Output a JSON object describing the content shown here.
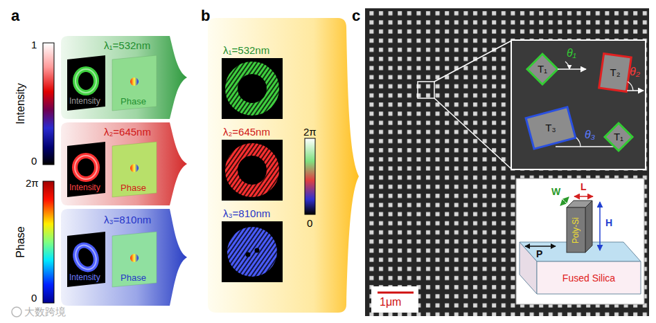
{
  "diagram": {
    "nodes": [
      {
        "text": [
          "λ₁=532nm"
        ]
      },
      {
        "text": [
          "Intensity"
        ],
        "in": 0
      },
      {
        "text": [
          "Phase"
        ],
        "in": 0
      },
      {
        "text": [
          "λ₂=645nm"
        ]
      },
      {
        "text": [
          "Intensity"
        ],
        "in": 3
      },
      {
        "text": [
          "Phase"
        ],
        "in": 3
      },
      {
        "text": [
          "λ₃=810nm"
        ]
      },
      {
        "text": [
          "Intensity"
        ],
        "in": 6
      },
      {
        "text": [
          "Phase"
        ],
        "in": 6
      },
      {
        "text": [
          "λ₁=532nm"
        ]
      },
      {
        "text": [
          "λ₂=645nm"
        ]
      },
      {
        "text": [
          "λ₃=810nm"
        ]
      },
      {
        "text": [
          "1μm"
        ]
      },
      {
        "text": [
          "θ₁",
          "θ₂",
          "θ₃"
        ],
        "in": 12
      },
      {
        "text": [
          "T₁"
        ],
        "in": 13
      },
      {
        "text": [
          "T₂"
        ],
        "in": 13
      },
      {
        "text": [
          "T₃"
        ],
        "in": 13
      },
      {
        "text": [
          "T₁"
        ],
        "in": 13
      },
      {
        "text": [
          "W",
          "L",
          "H",
          "P"
        ],
        "in": 12
      },
      {
        "text": [
          "Poly-Si"
        ],
        "in": 18
      },
      {
        "text": [
          "Fused Silica"
        ],
        "in": 18
      }
    ],
    "labels": [
      "a",
      "b",
      "c",
      "1",
      "0",
      "Intensity",
      "2π",
      "0",
      "Phase",
      "2π",
      "0",
      "大数跨境"
    ]
  }
}
